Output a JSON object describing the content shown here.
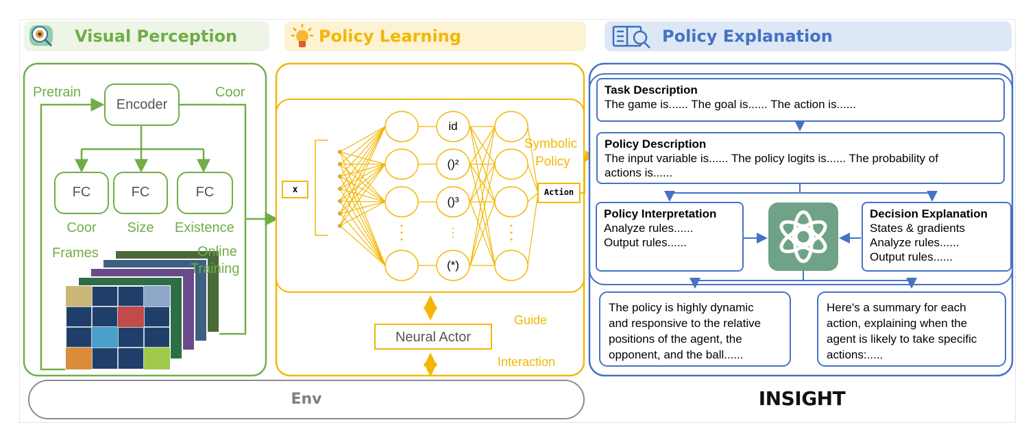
{
  "headers": {
    "visual": "Visual Perception",
    "policy": "Policy Learning",
    "explain": "Policy Explanation"
  },
  "visual": {
    "pretrain": "Pretrain",
    "coor_top": "Coor",
    "encoder": "Encoder",
    "fc": [
      "FC",
      "FC",
      "FC"
    ],
    "heads": [
      "Coor",
      "Size",
      "Existence"
    ],
    "frames": "Frames",
    "online_training": [
      "Online",
      "Training"
    ]
  },
  "policy": {
    "input": "x",
    "nodes": [
      "id",
      "()²",
      "()³",
      "⋮",
      "(*)"
    ],
    "symbolic_policy": [
      "Symbolic",
      "Policy"
    ],
    "action": "Action",
    "neural_actor": "Neural Actor",
    "guide": "Guide",
    "interaction": "Interaction"
  },
  "explanation": {
    "task": {
      "title": "Task Description",
      "text": "The game is...... The goal is...... The action is......"
    },
    "policy_desc": {
      "title": "Policy Description",
      "lines": [
        "The input variable is...... The policy logits is...... The probability of",
        "actions is......"
      ]
    },
    "interpretation": {
      "title": "Policy Interpretation",
      "lines": [
        "Analyze rules......",
        "Output rules......"
      ]
    },
    "decision": {
      "title": "Decision Explanation",
      "lines": [
        "States & gradients",
        "Analyze rules......",
        "Output rules......"
      ]
    },
    "output_left": [
      "The policy is highly dynamic",
      "and responsive to the relative",
      "positions of the agent, the",
      "opponent, and the ball......"
    ],
    "output_right": [
      "Here's a summary for each",
      "action, explaining when the",
      "agent is likely to take specific",
      "actions:....."
    ]
  },
  "env": "Env",
  "insight": "INSIGHT",
  "colors": {
    "green": "#70ad47",
    "yellow": "#f2b705",
    "blue": "#4472c4",
    "gpt": "#6fa287"
  }
}
